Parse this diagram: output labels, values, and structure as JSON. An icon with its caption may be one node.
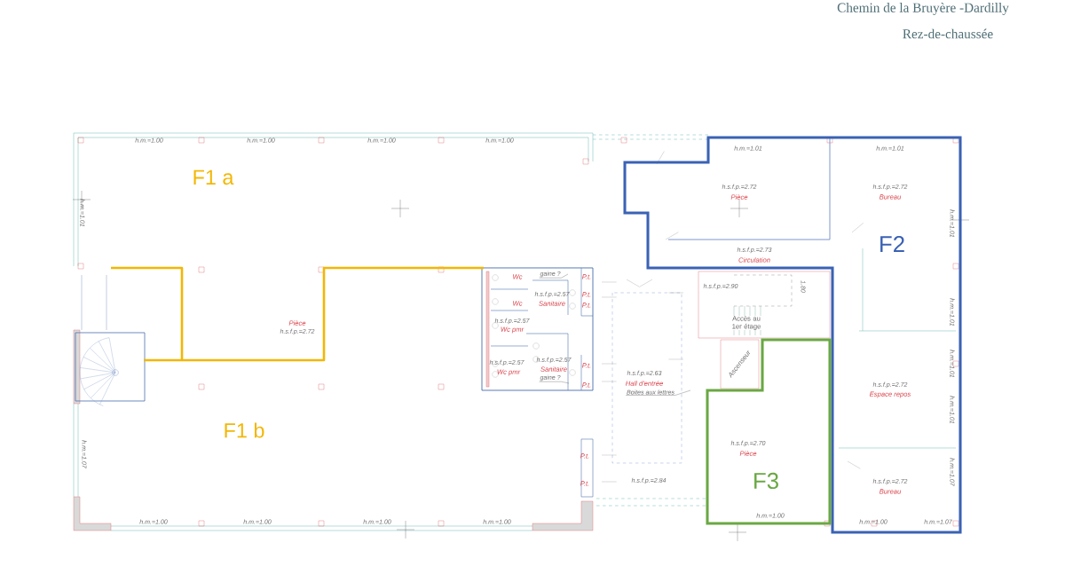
{
  "diagram": {
    "title": "Chemin de la Bruyère -Dardilly",
    "nodes": [
      {
        "text": [
          "F2"
        ]
      },
      {
        "text": [
          "F3"
        ]
      },
      {
        "text": [
          "gaine ?"
        ]
      },
      {
        "text": [
          "gaine ?"
        ]
      },
      {
        "text": [
          "Boites aux lettres"
        ]
      }
    ],
    "edges": [
      {
        "from": 2,
        "to": null,
        "arrow": "none"
      },
      {
        "from": 3,
        "to": null,
        "arrow": "none"
      },
      {
        "from": 4,
        "to": null,
        "arrow": "none"
      }
    ],
    "labels": [
      "Rez-de-chaussée",
      "h.m.=1.00",
      "h.m.=1.00",
      "h.m.=1.00",
      "h.m.=1.00",
      "h.m.=1.01",
      "h.m.=1.01",
      "F1 a",
      "h.s.f.p.=2.72",
      "h.s.f.p.=2.72",
      "Pièce",
      "Bureau",
      "h.m.=1.01",
      "h.m.=1.01",
      "h.s.f.p.=2.73",
      "Circulation",
      "Wc",
      "P.t.",
      "h.s.f.p.=2.90",
      "1.80",
      "h.s.f.p.=2.57",
      "P.t.",
      "Wc",
      "Sanitaire",
      "P.t.",
      "h.m.=1.01",
      "Pièce",
      "h.s.f.p.=2.57",
      "Accès au 1er étage",
      "h.s.f.p.=2.72",
      "Wc pmr",
      "h.s.f.p.=2.57",
      "h.s.f.p.=2.57",
      "P.t.",
      "Ascenseur",
      "h.m.=1.01",
      "Wc pmr",
      "Sanitaire",
      "h.s.f.p.=2.63",
      "P.t.",
      "Hall d'entrée",
      "h.s.f.p.=2.72",
      "Espace repos",
      "h.m.=1.01",
      "F1 b",
      "h.s.f.p.=2.70",
      "h.m.=1.07",
      "P.t.",
      "Pièce",
      "h.m.=1.07",
      "P.t.",
      "h.s.f.p.=2.84",
      "h.s.f.p.=2.72",
      "Bureau",
      "h.m.=1.00",
      "h.m.=1.00",
      "h.m.=1.00",
      "h.m.=1.00",
      "h.m.=1.00",
      "h.m.=1.00",
      "h.m.=1.07"
    ]
  }
}
